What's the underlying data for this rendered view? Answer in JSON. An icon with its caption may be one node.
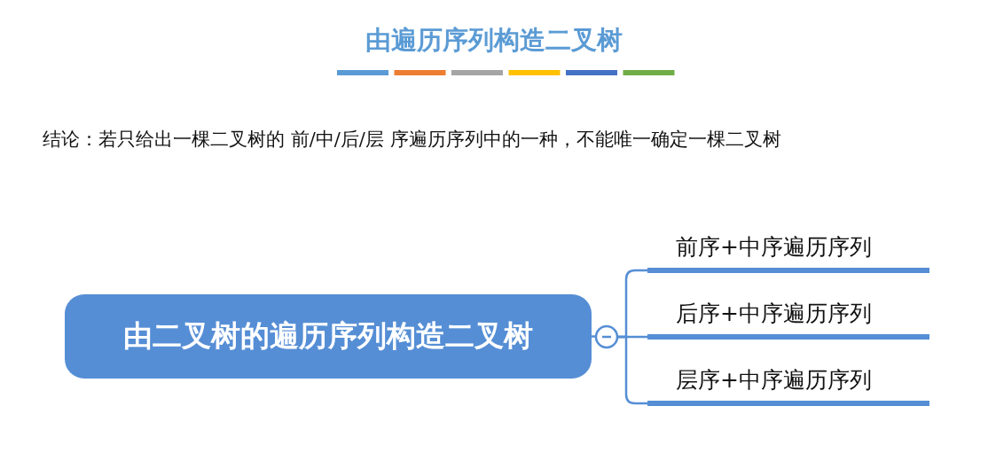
{
  "diagram": {
    "title": "由遍历序列构造二叉树",
    "nodes": [
      {
        "text": [
          "由二叉树的遍历序列构造二叉树"
        ]
      },
      {
        "text": [],
        "shape": "circle"
      },
      {
        "text": [
          "前序+中序遍历序列"
        ]
      },
      {
        "text": [
          "后序+中序遍历序列"
        ]
      },
      {
        "text": [
          "层序+中序遍历序列"
        ]
      }
    ],
    "edges": [
      {
        "from": 0,
        "to": 1,
        "arrow": "none"
      },
      {
        "from": 1,
        "to": 2,
        "arrow": "none"
      },
      {
        "from": 1,
        "to": 3,
        "arrow": "none"
      },
      {
        "from": 1,
        "to": 4,
        "arrow": "none"
      }
    ],
    "labels": [
      "结论：若只给出一棵二叉树的 前/中/后/层 序遍历序列中的一种，不能唯一确定一棵二叉树"
    ]
  }
}
